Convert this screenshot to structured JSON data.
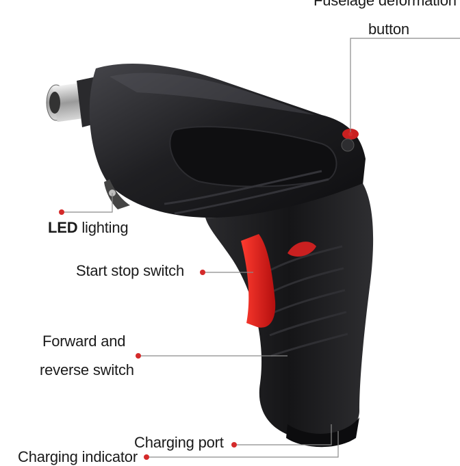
{
  "labels": {
    "fuselage_line1": "Fuselage deformation",
    "fuselage_line2": "button",
    "led_bold": "LED",
    "led_rest": " lighting",
    "start_stop": "Start stop switch",
    "forward_line1": "Forward and",
    "forward_line2": "reverse switch",
    "charging_port": "Charging port",
    "charging_indicator": "Charging indicator"
  },
  "colors": {
    "body": "#1c1c1e",
    "body_highlight": "#3a3a3d",
    "trigger": "#e01f1f",
    "accent_dot": "#d42a2a",
    "leader_line": "#8a8a8a",
    "chuck": "#c8c8c8"
  }
}
